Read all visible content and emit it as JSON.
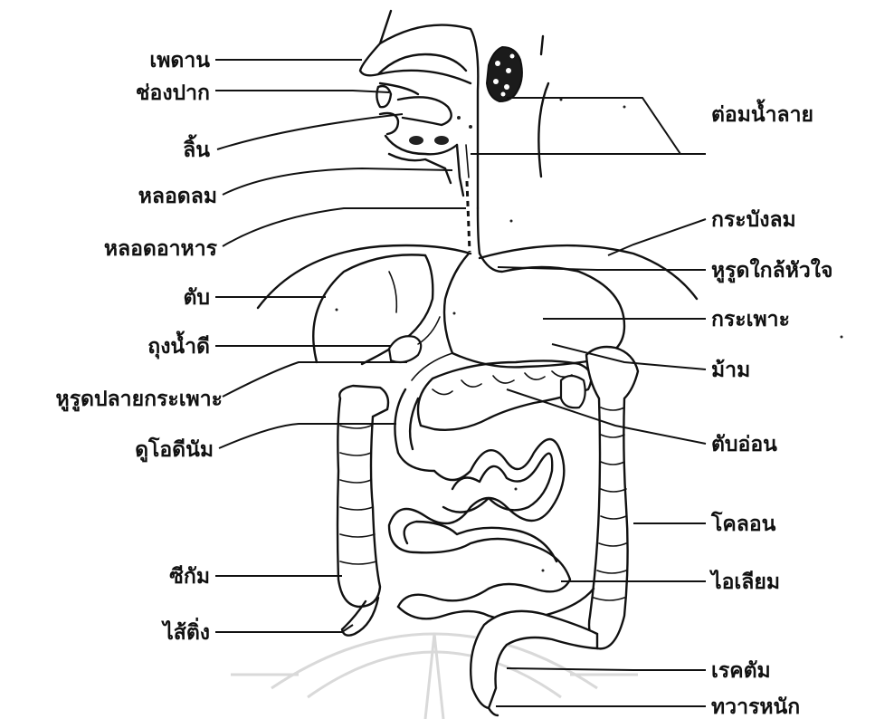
{
  "labels_left": [
    {
      "key": "palate",
      "text": "เพดาน"
    },
    {
      "key": "mouth",
      "text": "ช่องปาก"
    },
    {
      "key": "tongue",
      "text": "ลิ้น"
    },
    {
      "key": "trachea",
      "text": "หลอดลม"
    },
    {
      "key": "esophagus",
      "text": "หลอดอาหาร"
    },
    {
      "key": "liver",
      "text": "ตับ"
    },
    {
      "key": "gallbladder",
      "text": "ถุงน้ำดี"
    },
    {
      "key": "pylorus",
      "text": "หูรูดปลายกระเพาะ"
    },
    {
      "key": "duodenum",
      "text": "ดูโอดีนัม"
    },
    {
      "key": "cecum",
      "text": "ซีกัม"
    },
    {
      "key": "appendix",
      "text": "ไส้ติ่ง"
    }
  ],
  "labels_right": [
    {
      "key": "salivary",
      "text": "ต่อมน้ำลาย"
    },
    {
      "key": "diaphragm",
      "text": "กระบังลม"
    },
    {
      "key": "cardiac",
      "text": "หูรูดใกล้หัวใจ"
    },
    {
      "key": "stomach",
      "text": "กระเพาะ"
    },
    {
      "key": "spleen",
      "text": "ม้าม"
    },
    {
      "key": "pancreas",
      "text": "ตับอ่อน"
    },
    {
      "key": "colon",
      "text": "โคลอน"
    },
    {
      "key": "ileum",
      "text": "ไอเลียม"
    },
    {
      "key": "rectum",
      "text": "เรคตัม"
    },
    {
      "key": "anus",
      "text": "ทวารหนัก"
    }
  ]
}
